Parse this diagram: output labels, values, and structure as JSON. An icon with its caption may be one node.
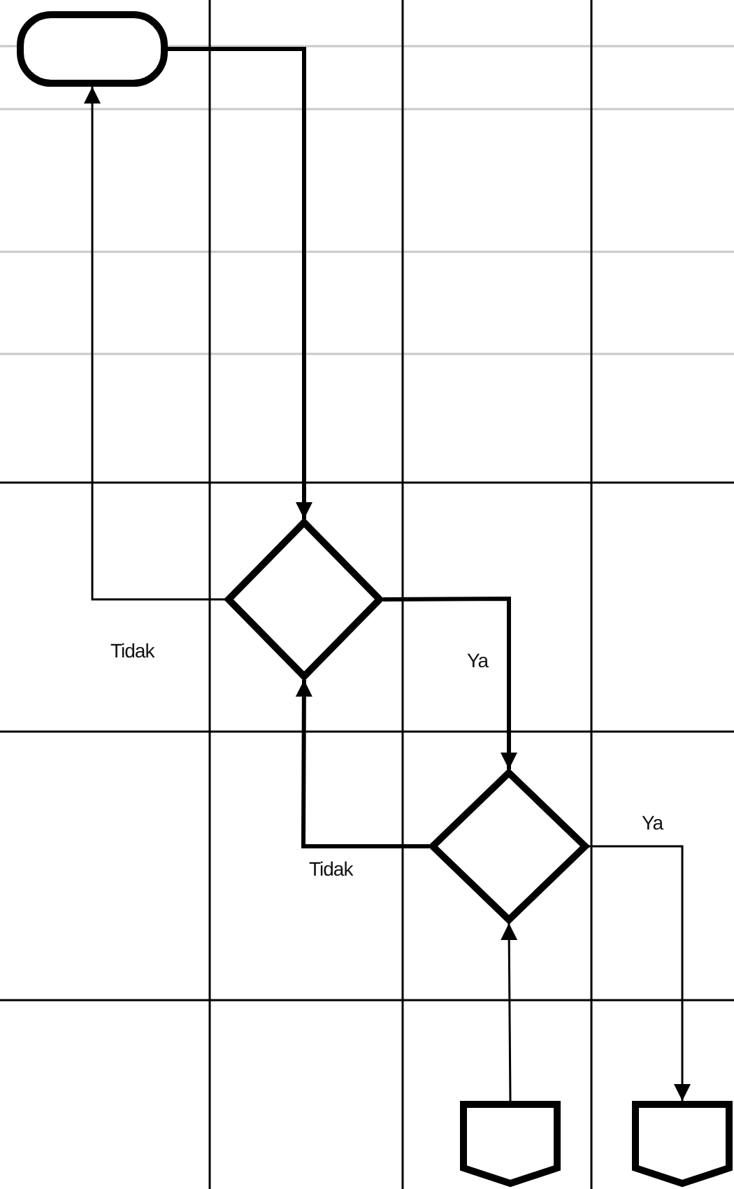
{
  "diagram": {
    "nodes": [
      {
        "text": [],
        "shape": "capsule"
      },
      {
        "text": [],
        "shape": "diamond"
      },
      {
        "text": [],
        "shape": "diamond"
      },
      {
        "text": [],
        "shape": "pentagon"
      },
      {
        "text": [],
        "shape": "pentagon"
      }
    ],
    "edges": [
      {
        "from": 0,
        "to": 1,
        "arrow": "to",
        "style": "thick"
      },
      {
        "from": 1,
        "to": 0,
        "arrow": "to",
        "label": "Tidak"
      },
      {
        "from": 1,
        "to": 2,
        "arrow": "to",
        "style": "thick",
        "label": "Ya"
      },
      {
        "from": 2,
        "to": 1,
        "arrow": "to",
        "style": "thick",
        "label": "Tidak"
      },
      {
        "from": 2,
        "to": 4,
        "arrow": "to",
        "label": "Ya"
      },
      {
        "from": 3,
        "to": 2,
        "arrow": "to"
      }
    ]
  }
}
